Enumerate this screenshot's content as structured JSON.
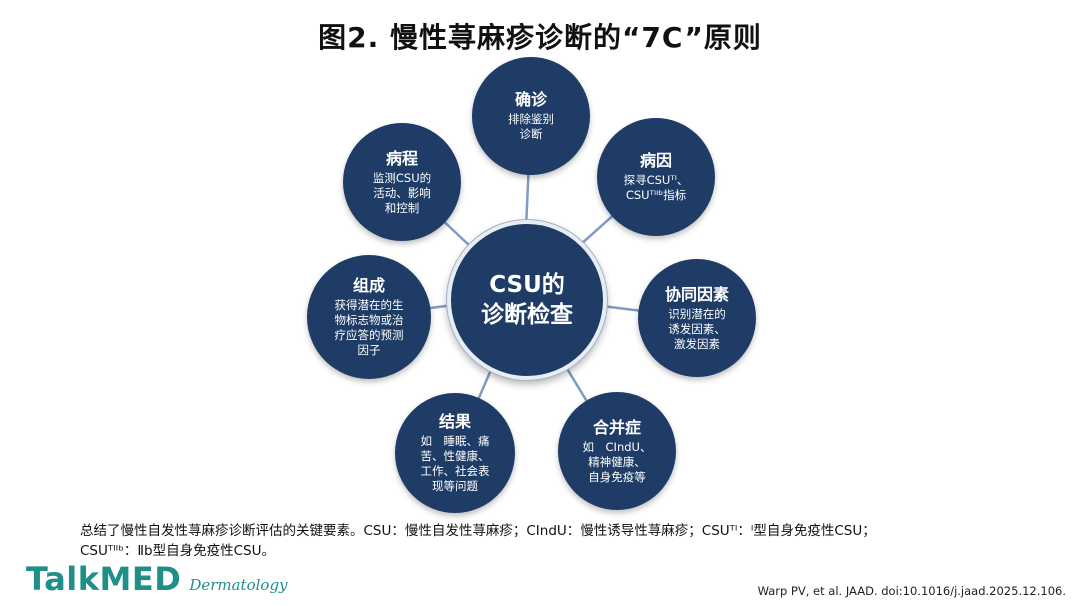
{
  "title": "图2. 慢性荨麻疹诊断的“7C”原则",
  "diagram": {
    "center": "CSU的\n诊断检查",
    "nodes": [
      {
        "head": "确诊",
        "body": "排除鉴别\n诊断"
      },
      {
        "head": "病因",
        "body": "探寻CSUᵀᴵ、\nCSUᵀᴵᴵᵇ指标"
      },
      {
        "head": "协同因素",
        "body": "识别潜在的\n诱发因素、\n激发因素"
      },
      {
        "head": "合并症",
        "body": "如　CIndU、\n精神健康、\n自身免疫等"
      },
      {
        "head": "结果",
        "body": "如　睡眠、痛\n苦、性健康、\n工作、社会表\n现等问题"
      },
      {
        "head": "组成",
        "body": "获得潜在的生\n物标志物或治\n疗应答的预测\n因子"
      },
      {
        "head": "病程",
        "body": "监测CSU的\n活动、影响\n和控制"
      }
    ]
  },
  "caption": {
    "line1": "总结了慢性自发性荨麻疹诊断评估的关键要素。CSU：慢性自发性荨麻疹；CIndU：慢性诱导性荨麻疹；CSUᵀᴵ：ᴵ型自身免疫性CSU；",
    "line2": "CSUᵀᴵᴵᵇ：Ⅱb型自身免疫性CSU。"
  },
  "logo": {
    "main": "TalkMED",
    "sub": "Dermatology"
  },
  "citation": "Warp PV, et al. JAAD. doi:10.1016/j.jaad.2025.12.106.",
  "colors": {
    "node": "#1e3c66",
    "connector": "#7f9cc0",
    "logo": "#1f8f88"
  }
}
